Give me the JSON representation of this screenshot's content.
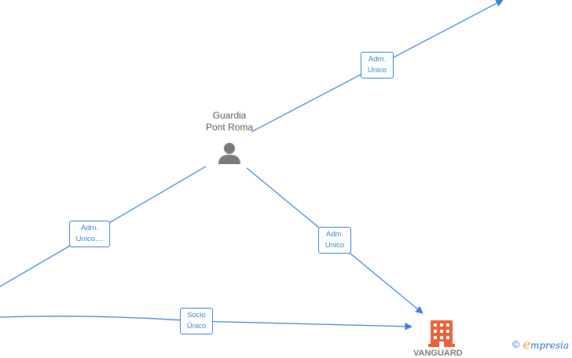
{
  "nodes": {
    "person": {
      "line1": "Guardia",
      "line2": "Pont Roma",
      "icon": "person-icon",
      "color": "#7a7a7a"
    },
    "company": {
      "icon": "building-icon",
      "color": "#e8623a",
      "label_partial": "VANGUARD"
    }
  },
  "edges": [
    {
      "id": "edge-top-right",
      "label_line1": "Adm.",
      "label_line2": "Unico"
    },
    {
      "id": "edge-left",
      "label_line1": "Adm.",
      "label_line2": "Unico,..."
    },
    {
      "id": "edge-person-company",
      "label_line1": "Adm.",
      "label_line2": "Unico"
    },
    {
      "id": "edge-socio",
      "label_line1": "Socio",
      "label_line2": "Único"
    }
  ],
  "footer": {
    "copyright_symbol": "©",
    "brand_initial": "e",
    "brand_rest": "mpresia"
  },
  "colors": {
    "edge": "#3a7fd5",
    "accent": "#f0a020"
  }
}
